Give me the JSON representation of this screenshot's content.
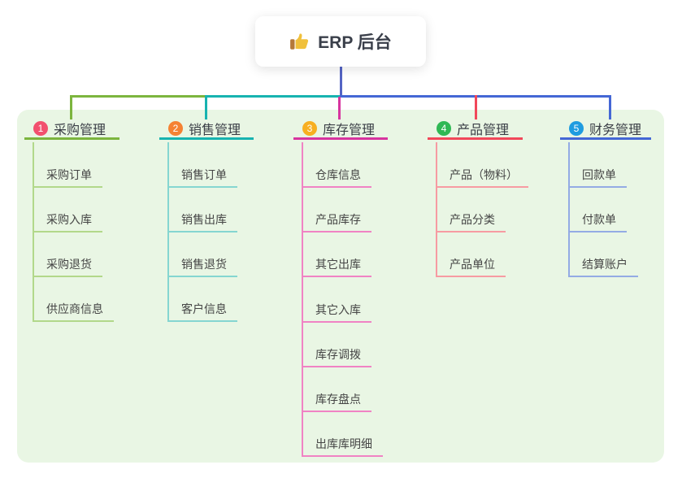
{
  "root": {
    "label": "ERP 后台",
    "icon": "thumbs-up-icon"
  },
  "branches": [
    {
      "index": "1",
      "label": "采购管理",
      "badge_color": "#f2506e",
      "line_color": "#7cb53e",
      "child_line_color": "#b2d88a",
      "children": [
        "采购订单",
        "采购入库",
        "采购退货",
        "供应商信息"
      ]
    },
    {
      "index": "2",
      "label": "销售管理",
      "badge_color": "#f58233",
      "line_color": "#17b3b0",
      "child_line_color": "#85d6d1",
      "children": [
        "销售订单",
        "销售出库",
        "销售退货",
        "客户信息"
      ]
    },
    {
      "index": "3",
      "label": "库存管理",
      "badge_color": "#f7af21",
      "line_color": "#d7349f",
      "child_line_color": "#f083c4",
      "children": [
        "仓库信息",
        "产品库存",
        "其它出库",
        "其它入库",
        "库存调拨",
        "库存盘点",
        "出库库明细"
      ]
    },
    {
      "index": "4",
      "label": "产品管理",
      "badge_color": "#2fb854",
      "line_color": "#f1475a",
      "child_line_color": "#f79ba2",
      "children": [
        "产品（物料）",
        "产品分类",
        "产品单位"
      ]
    },
    {
      "index": "5",
      "label": "财务管理",
      "badge_color": "#1f9ce0",
      "line_color": "#4467d5",
      "child_line_color": "#94abe4",
      "children": [
        "回款单",
        "付款单",
        "结算账户"
      ]
    }
  ],
  "colors": {
    "stem": "#5464c4",
    "panel_bg": "#e9f6e4",
    "card_bg": "#ffffff",
    "title_text": "#3a3e46",
    "child_text": "#454545",
    "badge_text": "#ffffff",
    "thumb_hand": "#f0c03c",
    "thumb_cuff": "#b5793a"
  }
}
